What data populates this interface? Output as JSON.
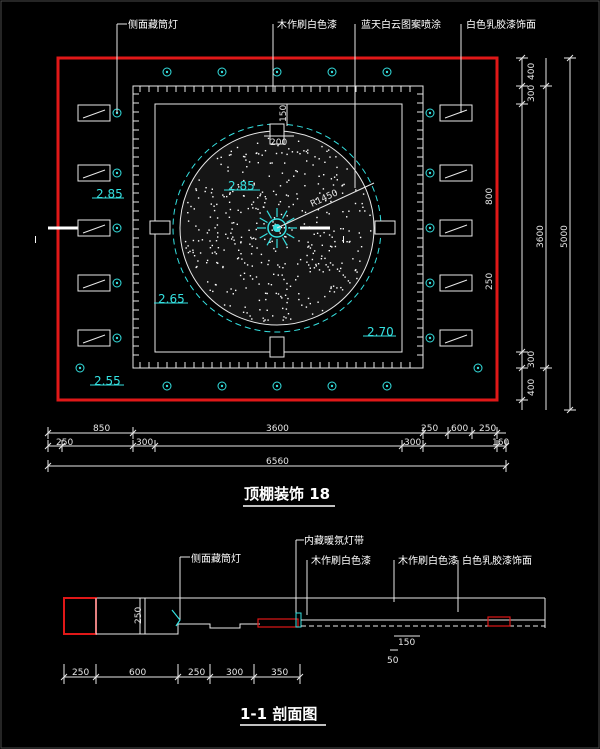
{
  "plan": {
    "labels": {
      "side_light": "侧面藏筒灯",
      "wood_white_paint": "木作刷白色漆",
      "sky_cloud_paint": "蓝天白云图案喷涂",
      "white_latex": "白色乳胶漆饰面"
    },
    "elevations": [
      "2.85",
      "2.85",
      "2.65",
      "2.70",
      "2.55"
    ],
    "radius": "R1450",
    "section_mark": "I",
    "bottom_dims": [
      "850",
      "3600",
      "250",
      "600",
      "250",
      "250",
      "300",
      "300",
      "160"
    ],
    "total_width": "6560",
    "right_dims": [
      "400",
      "300",
      "800",
      "250",
      "300",
      "400"
    ],
    "right_dims_outer": [
      "3600",
      "5000"
    ],
    "top_dims": [
      "150",
      "200"
    ],
    "title": "顶棚装饰 18"
  },
  "section": {
    "labels": {
      "side_light": "侧面藏筒灯",
      "hidden_light_strip": "内藏暖氛灯带",
      "wood_white_paint": "木作刷白色漆",
      "wood_white_paint_2": "木作刷白色漆",
      "white_latex": "白色乳胶漆饰面"
    },
    "height_dim": "250",
    "bottom_dims": [
      "250",
      "600",
      "250",
      "300",
      "350"
    ],
    "small_dims": [
      "150",
      "50"
    ],
    "title": "1-1 剖面图"
  },
  "colors": {
    "background": "#000000",
    "border": "#e01818",
    "lines": "#e8e8e8",
    "accent": "#34e0e0"
  }
}
